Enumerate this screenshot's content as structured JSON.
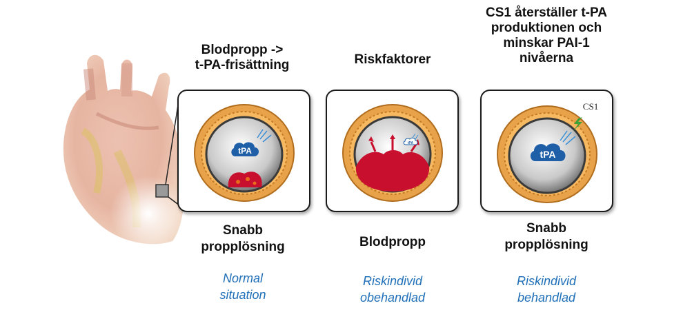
{
  "scenarios": [
    {
      "title_line1": "Blodpropp ->",
      "title_line2": "t-PA-frisättning",
      "result_line1": "Snabb",
      "result_line2": "propplösning",
      "status_line1": "Normal",
      "status_line2": "situation",
      "tpa_label": "tPA"
    },
    {
      "title_line1": "Riskfaktorer",
      "result_line1": "Blodpropp",
      "status_line1": "Riskindivid",
      "status_line2": "obehandlad",
      "tpa_label": "tPA"
    },
    {
      "title_line1": "CS1 återställer t-PA",
      "title_line2": "produktionen och",
      "title_line3": "minskar PAI-1",
      "title_line4": "nivåerna",
      "result_line1": "Snabb",
      "result_line2": "propplösning",
      "status_line1": "Riskindivid",
      "status_line2": "behandlad",
      "tpa_label": "tPA",
      "drug_label": "CS1"
    }
  ],
  "colors": {
    "status_text": "#1f6fb8",
    "vessel_wall": "#e8a24a",
    "clot": "#c8102e",
    "tpa_cloud": "#1e5fa8",
    "drug_bolt": "#3aa23a"
  },
  "icons": [
    "heart-illustration",
    "blood-vessel-cross-section",
    "tpa-cloud-icon",
    "clot-icon",
    "lightning-bolt-icon"
  ]
}
